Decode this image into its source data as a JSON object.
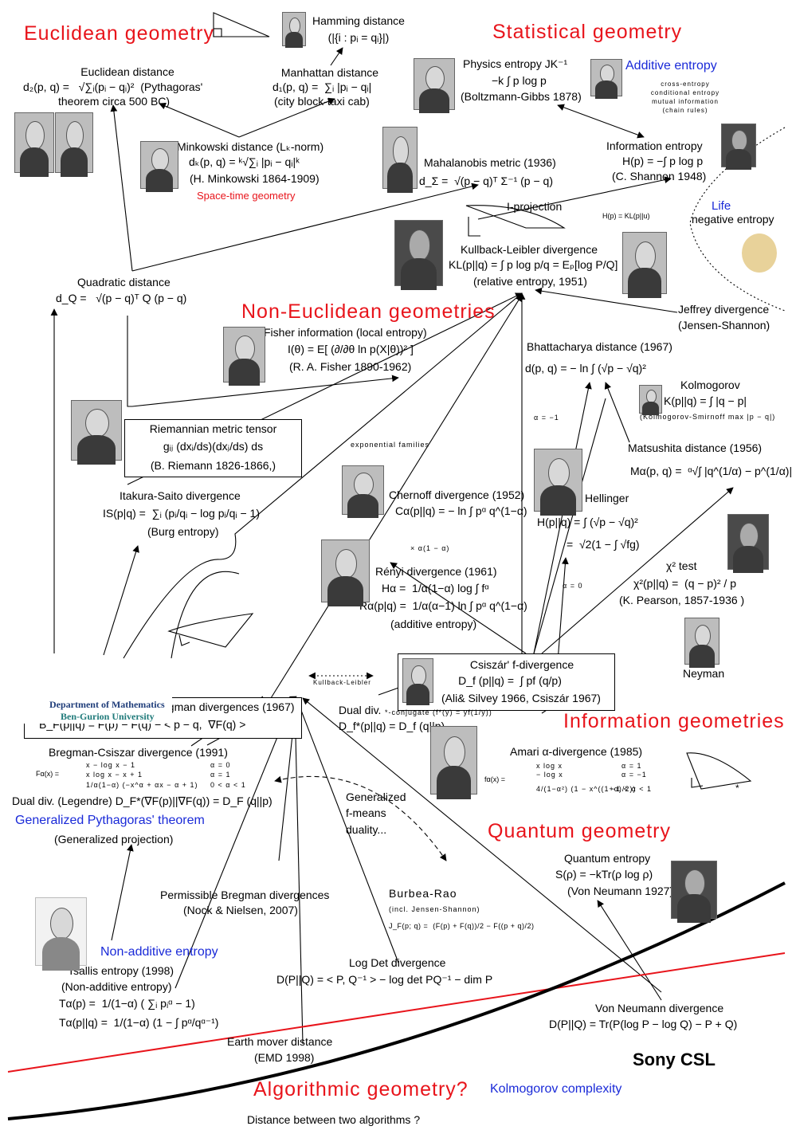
{
  "headings": {
    "euclidean": "Euclidean geometry",
    "statistical": "Statistical geometry",
    "non_euclidean": "Non-Euclidean geometries",
    "information": "Information geometries",
    "quantum": "Quantum geometry",
    "algorithmic": "Algorithmic geometry?"
  },
  "blue_labels": {
    "additive_entropy": "Additive entropy",
    "life": "Life",
    "gen_pythagoras": "Generalized Pythagoras' theorem",
    "non_additive": "Non-additive entropy",
    "kolmogorov_complexity": "Kolmogorov complexity"
  },
  "space_time": "Space-time geometry",
  "nodes": {
    "hamming": [
      "Hamming distance",
      "(|{i : pᵢ = qᵢ}|)"
    ],
    "euclidean": [
      "Euclidean distance",
      "d₂(p, q) =   √∑ᵢ(pᵢ − qᵢ)²  (Pythagoras'",
      "theorem circa 500 BC)"
    ],
    "manhattan": [
      "Manhattan distance",
      "d₁(p, q) =  ∑ᵢ |pᵢ − qᵢ|",
      "(city block-taxi cab)"
    ],
    "minkowski": [
      "Minkowski distance (Lₖ-norm)",
      "dₖ(p, q) = ᵏ√∑ᵢ |pᵢ − qᵢ|ᵏ",
      "(H. Minkowski 1864-1909)"
    ],
    "physics_entropy": [
      "Physics entropy JK⁻¹",
      "−k ∫ p log p",
      "(Boltzmann-Gibbs 1878)"
    ],
    "cross_entropy": [
      "cross-entropy",
      "conditional entropy",
      "mutual information",
      "(chain rules)"
    ],
    "information_entropy": [
      "Information entropy",
      "H(p) = −∫ p log p",
      "(C. Shannon 1948)"
    ],
    "mahalanobis": [
      "Mahalanobis metric (1936)",
      "d_Σ =  √(p − q)ᵀ Σ⁻¹ (p − q)"
    ],
    "i_projection": "I-projection",
    "h_kl": "H(p) = KL(p||u)",
    "negative_entropy": "negative entropy",
    "kullback_leibler": [
      "Kullback-Leibler divergence",
      "KL(p||q) = ∫ p log p/q = Eₚ[log P/Q]",
      "(relative entropy, 1951)"
    ],
    "quadratic": [
      "Quadratic distance",
      "d_Q =   √(p − q)ᵀ Q (p − q)"
    ],
    "fisher": [
      "Fisher information (local entropy)",
      "I(θ) = E[ (∂/∂θ ln p(X|θ))² ]",
      "(R. A. Fisher 1890-1962)"
    ],
    "jeffrey": [
      "Jeffrey divergence",
      "(Jensen-Shannon)"
    ],
    "bhattacharya": [
      "Bhattacharya distance (1967)",
      "d(p, q) = − ln ∫ (√p − √q)²"
    ],
    "kolmogorov": [
      "Kolmogorov",
      "K(p||q) = ∫ |q − p|",
      "(Kolmogorov-Smirnoff max |p − q|)"
    ],
    "riemann": [
      "Riemannian metric tensor",
      "gᵢⱼ (dxᵢ/ds)(dxⱼ/ds) ds",
      "(B. Riemann 1826-1866,)"
    ],
    "alpha_minus_one": "α = −1",
    "exponential_families": "exponential families",
    "matsushita": [
      "Matsushita distance (1956)",
      "Mα(p, q) =  ᵅ√∫ |q^(1/α) − p^(1/α)|"
    ],
    "itakura_saito": [
      "Itakura-Saito divergence",
      "IS(p|q) =  ∑ᵢ (pᵢ/qᵢ − log pᵢ/qᵢ − 1)",
      "(Burg entropy)"
    ],
    "chernoff": [
      "Chernoff divergence (1952)",
      "Cα(p||q) = − ln ∫ pᵅ q^(1−α)"
    ],
    "hellinger": [
      "Hellinger",
      "H(p||q) = ∫ (√p − √q)²",
      "=  √2(1 − ∫ √fg)"
    ],
    "chi_square": [
      "χ² test",
      "χ²(p||q) =  (q − p)² / p",
      "(K. Pearson, 1857-1936 )"
    ],
    "x_alpha": "× α(1 − α)",
    "renyi": [
      "Rényi divergence (1961)",
      "Hα =  1/α(1−α) log ∫ fᵅ",
      "Rα(p|q) =  1/α(α−1) ln ∫ pᵅ q^(1−α)",
      "(additive entropy)"
    ],
    "alpha_zero": "α = 0",
    "neyman": "Neyman",
    "kl_dots": "Kullback-Leibler",
    "csiszar": [
      "Csiszár' f-divergence",
      "D_f (p||q) =  ∫ pf (q/p)",
      "(Ali& Silvey 1966, Csiszár 1967)"
    ],
    "bregman_1967": [
      "Bregman divergences (1967)",
      "B_F(p||q) = F(p) − F(q) − < p − q,  ∇F(q) >"
    ],
    "dual_div": [
      "Dual div.",
      "*-conjugate (f*(y) = yf(1/y))",
      "D_f*(p||q) = D_f (q||p)"
    ],
    "bregman_csiszar": "Bregman-Csiszar divergence (1991)",
    "bc_formula": [
      "x − log x − 1",
      "x log x − x + 1",
      "1/α(1−α) (−x^α + αx − α + 1)",
      "α = 0",
      "α = 1",
      "0 < α < 1"
    ],
    "f_alpha_label": "Fα(x) =",
    "dual_legendre": "Dual div. (Legendre) D_F*(∇F(p)||∇F(q)) = D_F (q||p)",
    "generalized_projection": "(Generalized projection)",
    "gen_f_means": [
      "Generalized",
      "f-means",
      "duality..."
    ],
    "amari": "Amari α-divergence (1985)",
    "amari_formula": [
      "x log x",
      "− log x",
      "4/(1−α²) (1 − x^((1+α)/2))",
      "α = 1",
      "α = −1",
      "−1 < α < 1"
    ],
    "f_alpha_amari": "fα(x) =",
    "permissible": [
      "Permissible Bregman divergences",
      "(Nock & Nielsen, 2007)"
    ],
    "burbea_rao": [
      "Burbea-Rao",
      "(incl. Jensen-Shannon)",
      "J_F(p; q) =  (F(p) + F(q))/2 − F((p + q)/2)"
    ],
    "quantum_entropy": [
      "Quantum entropy",
      "S(ρ) = −kTr(ρ log ρ)",
      "(Von Neumann 1927)"
    ],
    "tsallis": [
      "Tsallis entropy (1998)",
      "(Non-additive entropy)",
      "Tα(p) =  1/(1−α) ( ∑ᵢ pᵢᵅ − 1)",
      "Tα(p||q) =  1/(1−α) (1 − ∫ pᵅ/qᵅ⁻¹)"
    ],
    "logdet": [
      "Log Det divergence",
      "D(P||Q) = < P, Q⁻¹ > − log det PQ⁻¹ − dim P"
    ],
    "von_neumann": [
      "Von Neumann divergence",
      "D(P||Q) = Tr(P(log P − log Q) − P + Q)"
    ],
    "emd": [
      "Earth mover distance",
      "(EMD 1998)"
    ],
    "algorithms": "Distance between two algorithms ?",
    "star": "*"
  },
  "logos": {
    "bgu_line1": "Department of Mathematics",
    "bgu_line2": "Ben-Gurion University",
    "sony": "Sony CSL"
  },
  "photos": [
    "boltzmann-photo",
    "gibbs-photo",
    "hamming-photo",
    "pythagoras-photo",
    "euclid-photo",
    "minkowski-photo",
    "mahalanobis-photo",
    "shannon-photo",
    "watch-photo",
    "kullback-photo",
    "leibler-photo",
    "fisher-photo",
    "riemann-photo",
    "kolmogorov-photo",
    "chernoff-photo",
    "hellinger-photo",
    "renyi-photo",
    "pearson-photo",
    "neyman-photo",
    "csiszar-photo",
    "amari-photo",
    "tsallis-photo",
    "vonneumann-photo"
  ],
  "colors": {
    "heading_red": "#e8141b",
    "label_blue": "#1a2ad8",
    "line_black": "#000000"
  }
}
